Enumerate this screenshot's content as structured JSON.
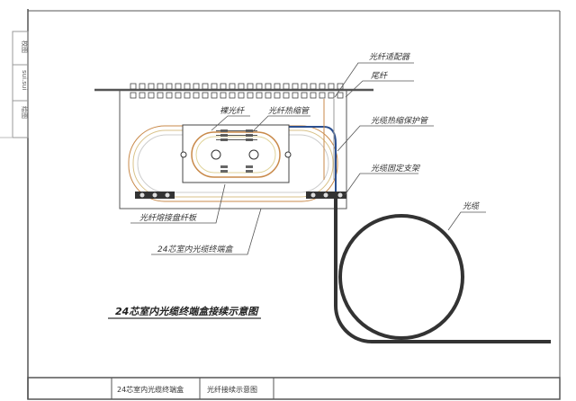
{
  "side_strip": {
    "checker": "校图",
    "name": "sui.sui",
    "drafter": "绘图"
  },
  "labels": {
    "adapter": "光纤适配器",
    "pigtail": "尾纤",
    "bare_fiber": "裸光纤",
    "heat_shrink": "光纤热缩管",
    "cable_protect": "光缆热缩保护管",
    "cable_bracket": "光缆固定支架",
    "cable": "光缆",
    "splice_tray": "光纤熔接盘纤板",
    "terminal_box": "24芯室内光缆终端盒"
  },
  "diagram_title": "24芯室内光缆终端盒接续示意图",
  "title_block": {
    "cell1": "24芯室内光缆终端盒",
    "cell2": "光纤接续示意图"
  },
  "colors": {
    "cable": "#333333",
    "fiber_orange": "#c98a4a",
    "fiber_blue": "#2b4f8f"
  }
}
